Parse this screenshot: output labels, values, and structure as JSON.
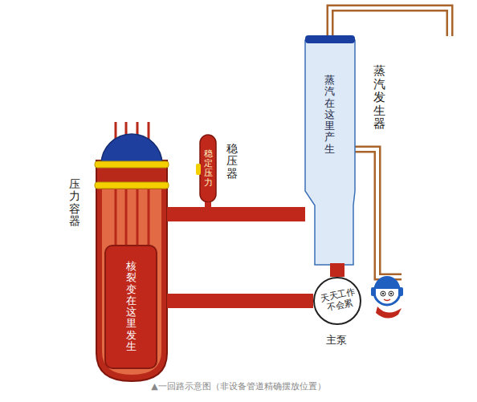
{
  "diagram": {
    "caption": "▲一回路示意图（非设备管道精确摆放位置）",
    "nodes": [
      {
        "text": [
          "压力容器"
        ]
      },
      {
        "text": [
          "核裂变在这里发生"
        ],
        "in": 0
      },
      {
        "text": [
          "稳定压力",
          "稳压器"
        ]
      },
      {
        "text": [
          "蒸汽在这里产生",
          "蒸汽发生器"
        ]
      },
      {
        "text": [
          "天天工作不会累",
          "主泵"
        ]
      }
    ],
    "edges": [
      {
        "from": 0,
        "to": 3,
        "arrow": "none"
      },
      {
        "from": 2,
        "to": 0,
        "arrow": "none"
      },
      {
        "from": 3,
        "to": 4,
        "arrow": "none"
      },
      {
        "from": 4,
        "to": 0,
        "arrow": "none"
      }
    ]
  }
}
